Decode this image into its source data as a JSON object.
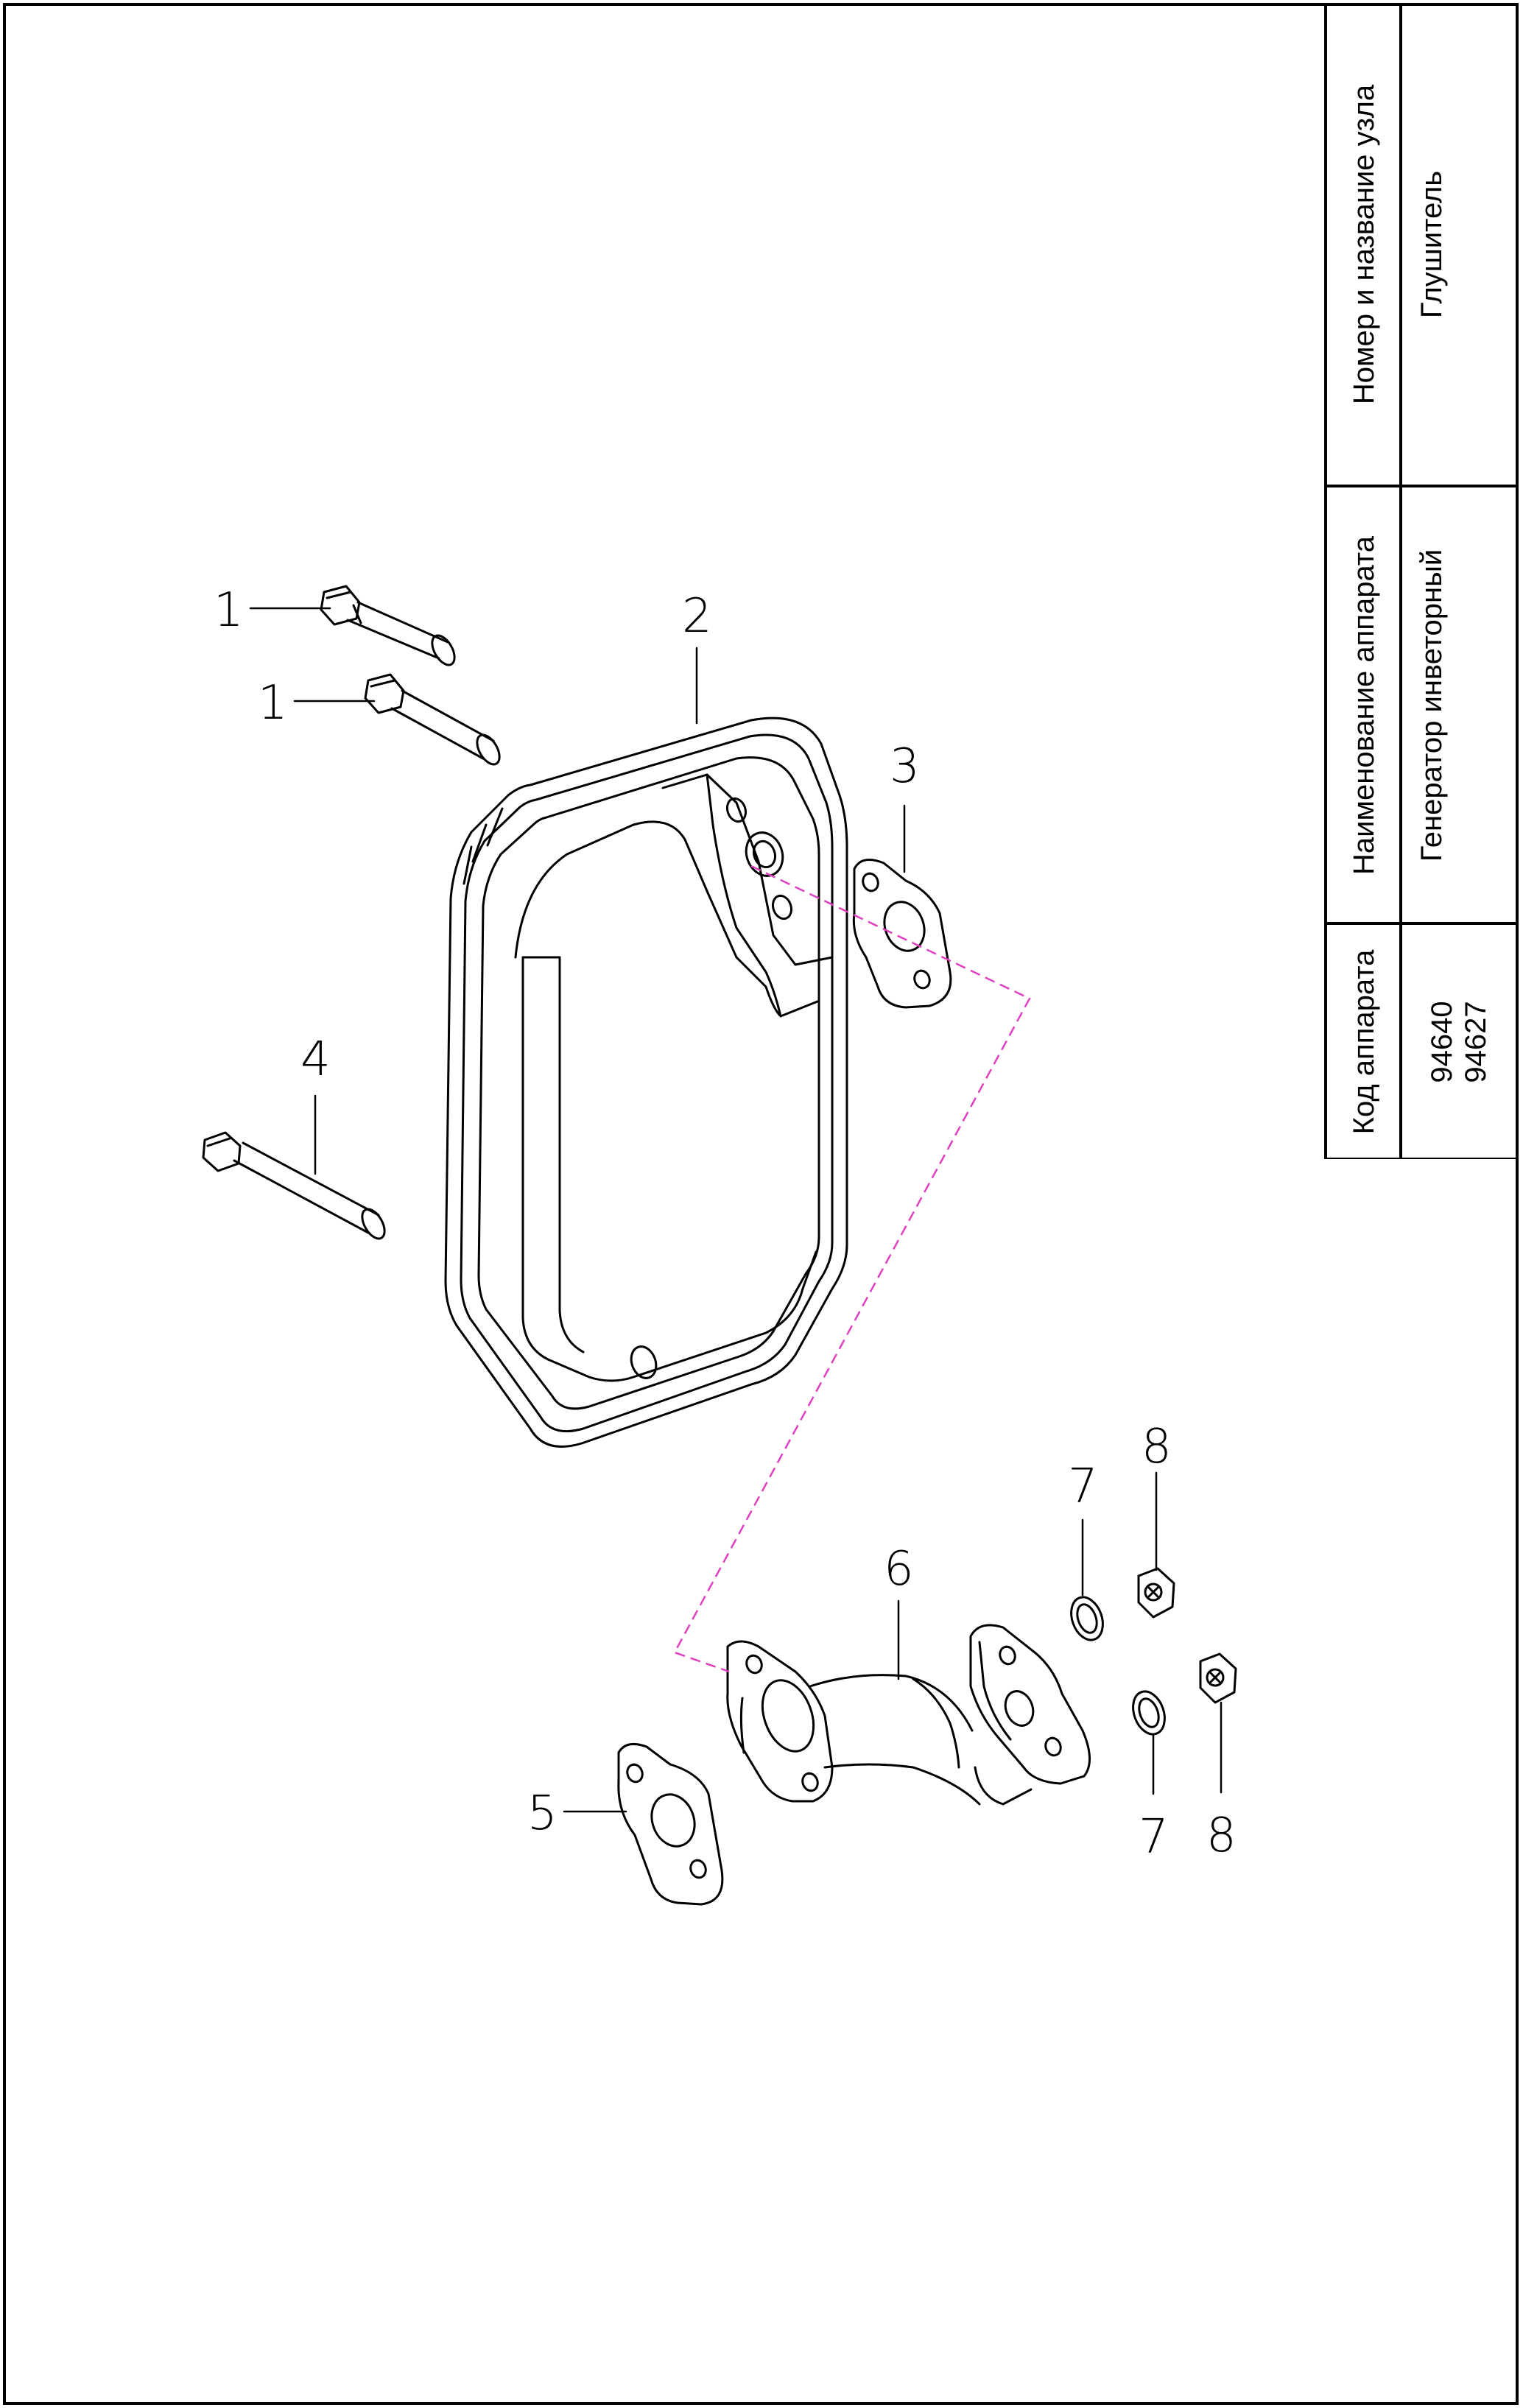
{
  "title_block": {
    "header_code": "Код аппарата",
    "header_device": "Наименование аппарата",
    "header_unit": "Номер и название узла",
    "codes": [
      "94640",
      "94627"
    ],
    "device_name": "Генератор инветорный",
    "unit_name": "Глушитель"
  },
  "callouts": [
    "1",
    "1",
    "2",
    "3",
    "4",
    "5",
    "6",
    "7",
    "8",
    "7",
    "8"
  ],
  "colors": {
    "line": "#000000",
    "centerline": "#e040c0",
    "background": "#ffffff"
  }
}
